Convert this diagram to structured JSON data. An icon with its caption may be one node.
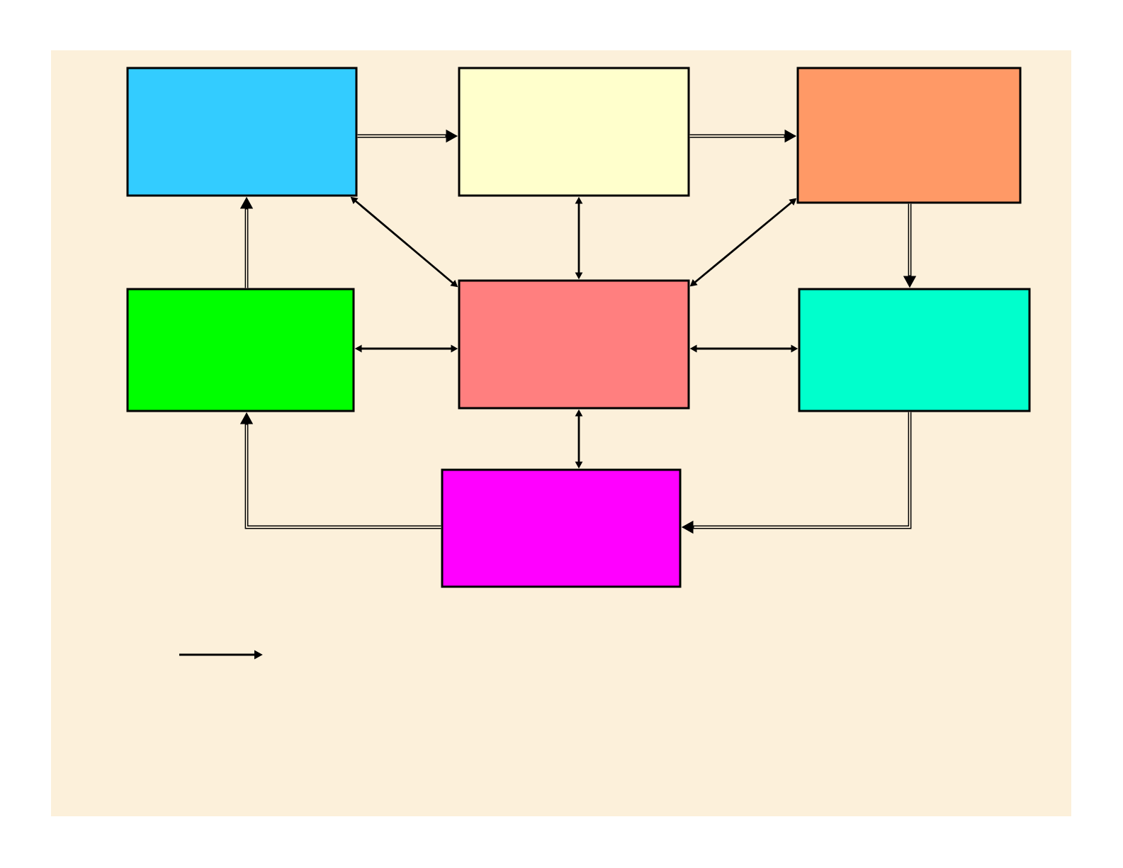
{
  "diagram": {
    "nodes": [
      {
        "text": [],
        "shape": "box"
      },
      {
        "text": [],
        "shape": "box"
      },
      {
        "text": [],
        "shape": "box"
      },
      {
        "text": [],
        "shape": "box"
      },
      {
        "text": [],
        "shape": "box"
      },
      {
        "text": [],
        "shape": "box"
      },
      {
        "text": [],
        "shape": "box"
      }
    ],
    "edges": [
      {
        "from": 0,
        "to": 1,
        "arrow": "to"
      },
      {
        "from": 1,
        "to": 2,
        "arrow": "to"
      },
      {
        "from": 0,
        "to": 4,
        "arrow": "both"
      },
      {
        "from": 1,
        "to": 4,
        "arrow": "both"
      },
      {
        "from": 2,
        "to": 4,
        "arrow": "both"
      },
      {
        "from": 3,
        "to": 0,
        "arrow": "to"
      },
      {
        "from": 2,
        "to": 5,
        "arrow": "to"
      },
      {
        "from": 3,
        "to": 4,
        "arrow": "both"
      },
      {
        "from": 4,
        "to": 5,
        "arrow": "both"
      },
      {
        "from": 4,
        "to": 6,
        "arrow": "both"
      },
      {
        "from": 6,
        "to": 3,
        "arrow": "to"
      },
      {
        "from": 5,
        "to": 6,
        "arrow": "to"
      }
    ]
  }
}
